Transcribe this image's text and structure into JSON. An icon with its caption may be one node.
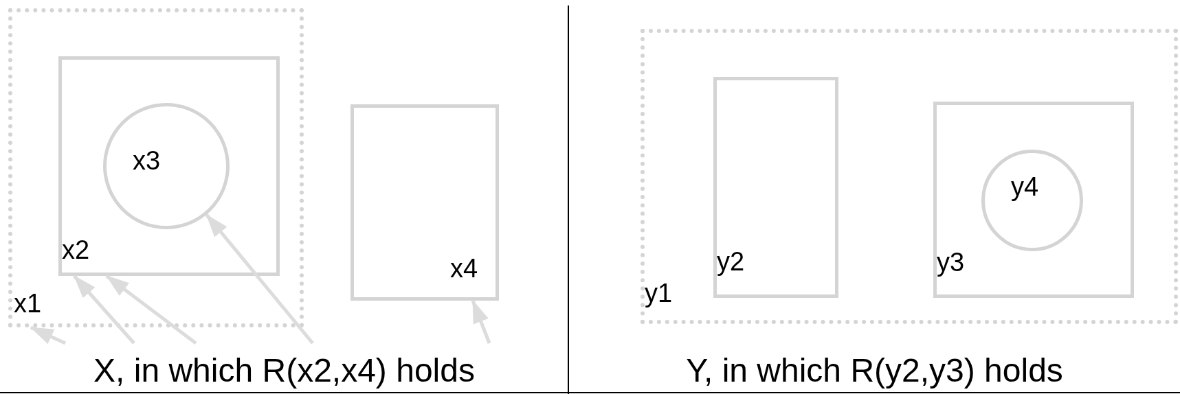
{
  "diagram": {
    "nodes": [
      {
        "text": [
          "x1"
        ]
      },
      {
        "text": [
          "x2"
        ],
        "in": 0
      },
      {
        "text": [
          "x3"
        ],
        "in": 1
      },
      {
        "text": [
          "x4"
        ]
      },
      {
        "text": [
          "y1"
        ]
      },
      {
        "text": [
          "y2"
        ],
        "in": 4
      },
      {
        "text": [
          "y3"
        ],
        "in": 4
      },
      {
        "text": [
          "y4"
        ],
        "in": 6
      }
    ],
    "edges": [
      {
        "from": null,
        "to": 0,
        "arrow": "to"
      },
      {
        "from": null,
        "to": 1,
        "arrow": "to"
      },
      {
        "from": null,
        "to": 1,
        "arrow": "to"
      },
      {
        "from": null,
        "to": 2,
        "arrow": "to"
      },
      {
        "from": null,
        "to": 3,
        "arrow": "to"
      }
    ],
    "labels": [
      "X, in which R(x2,x4) holds",
      "Y, in which R(y2,y3) holds"
    ]
  }
}
